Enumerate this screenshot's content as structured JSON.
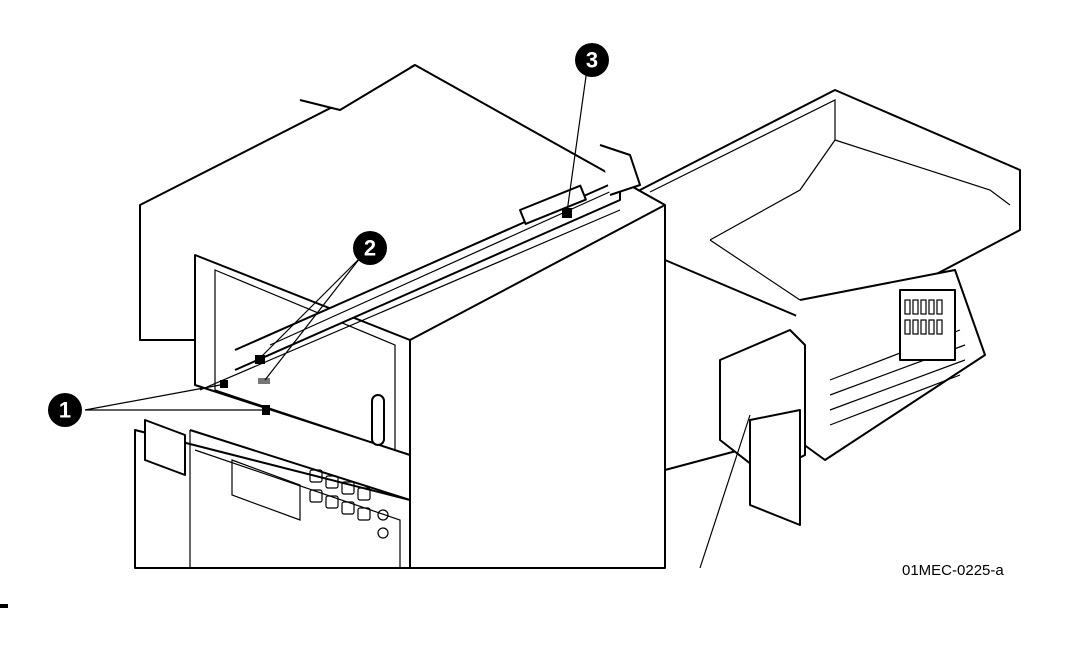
{
  "figure": {
    "id_label": "01MEC-0225-a",
    "callouts": [
      {
        "number": "1"
      },
      {
        "number": "2"
      },
      {
        "number": "3"
      }
    ]
  }
}
